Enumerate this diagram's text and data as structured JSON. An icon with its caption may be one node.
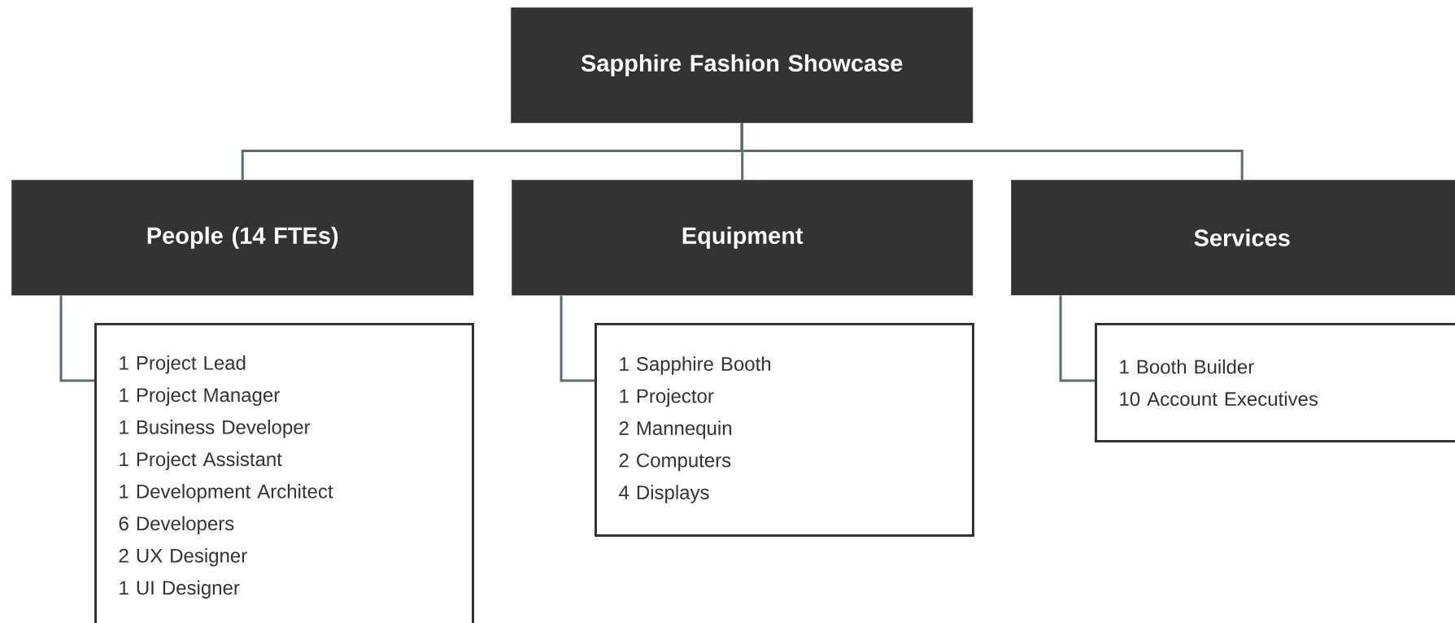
{
  "diagram": {
    "nodes": [
      {
        "text": [
          "Sapphire Fashion Showcase"
        ]
      },
      {
        "text": [
          "People (14 FTEs)"
        ]
      },
      {
        "text": [
          "Equipment"
        ]
      },
      {
        "text": [
          "Services"
        ]
      },
      {
        "text": [
          "1 Project Lead",
          "1 Project Manager",
          "1 Business Developer",
          "1 Project Assistant",
          "1 Development Architect",
          "6 Developers",
          "2 UX Designer",
          "1 UI Designer"
        ]
      },
      {
        "text": [
          "1 Sapphire Booth",
          "1 Projector",
          "2 Mannequin",
          "2 Computers",
          "4 Displays"
        ]
      },
      {
        "text": [
          "1 Booth Builder",
          "10 Account Executives"
        ]
      }
    ],
    "edges": [
      {
        "from": 0,
        "to": 1,
        "arrow": "none"
      },
      {
        "from": 0,
        "to": 2,
        "arrow": "none"
      },
      {
        "from": 0,
        "to": 3,
        "arrow": "none"
      },
      {
        "from": 1,
        "to": 4,
        "arrow": "none"
      },
      {
        "from": 2,
        "to": 5,
        "arrow": "none"
      },
      {
        "from": 3,
        "to": 6,
        "arrow": "none"
      }
    ]
  }
}
